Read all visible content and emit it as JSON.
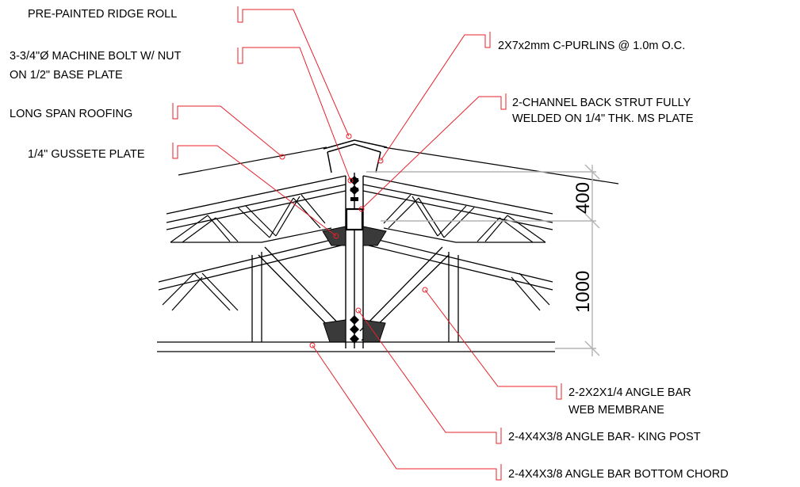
{
  "labels": {
    "ridge_roll": "PRE-PAINTED RIDGE ROLL",
    "bolt_line1": "3-3/4\"Ø MACHINE BOLT W/ NUT",
    "bolt_line2": "ON 1/2\" BASE PLATE",
    "long_span": "LONG SPAN ROOFING",
    "gusset": "1/4\" GUSSETE PLATE",
    "purlins": "2X7x2mm C-PURLINS @ 1.0m O.C.",
    "strut_line1": "2-CHANNEL BACK STRUT FULLY",
    "strut_line2": "WELDED ON 1/4\" THK. MS PLATE",
    "web_line1": "2-2X2X1/4 ANGLE BAR",
    "web_line2": " WEB MEMBRANE",
    "king_post": "2-4X4X3/8 ANGLE BAR- KING POST",
    "bottom_chord": "2-4X4X3/8  ANGLE BAR BOTTOM CHORD"
  },
  "dimensions": {
    "upper": "400",
    "lower": "1000"
  },
  "colors": {
    "linework": "#000000",
    "leader": "#e8202a",
    "dimension": "#b3b3b3"
  }
}
